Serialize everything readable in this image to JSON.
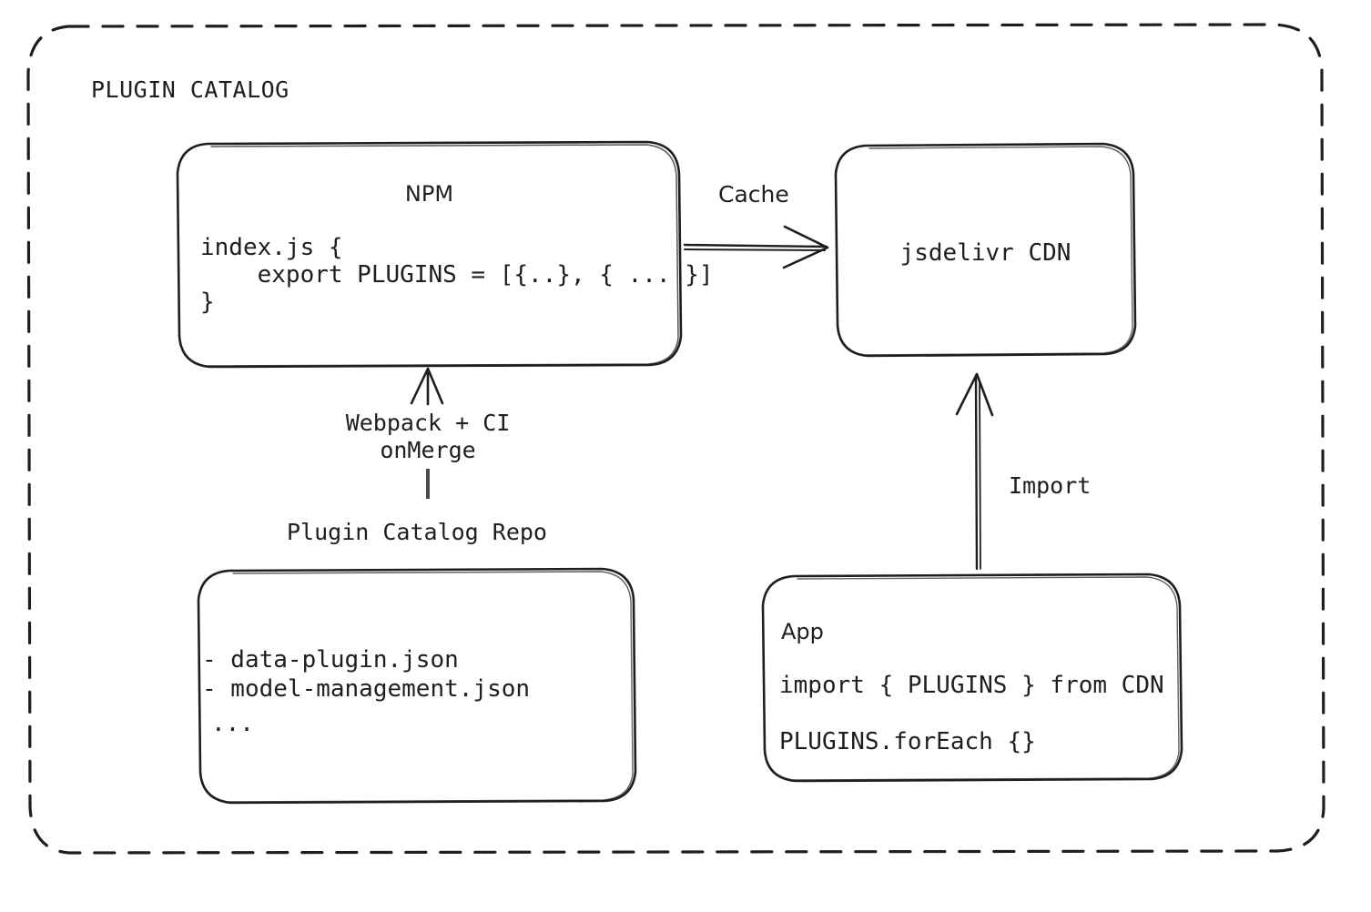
{
  "frame": {
    "title": "PLUGIN CATALOG",
    "border_style": "dashed",
    "stroke": "#1e1e1e"
  },
  "nodes": {
    "npm": {
      "title": "NPM",
      "code_lines": [
        "index.js {",
        "    export PLUGINS = [{..}, { ... }]",
        "}"
      ]
    },
    "cdn": {
      "title": "jsdelivr CDN"
    },
    "repo": {
      "caption": "Plugin Catalog Repo",
      "items": [
        "- data-plugin.json",
        "- model-management.json",
        "..."
      ]
    },
    "app": {
      "title": "App",
      "code_lines": [
        "import { PLUGINS } from CDN",
        "PLUGINS.forEach {}"
      ]
    }
  },
  "edges": {
    "cache": {
      "label": "Cache",
      "from": "npm",
      "to": "cdn",
      "direction": "right"
    },
    "build": {
      "label_line1": "Webpack + CI",
      "label_line2": "onMerge",
      "from": "repo",
      "to": "npm",
      "direction": "up"
    },
    "import": {
      "label": "Import",
      "from": "app",
      "to": "cdn",
      "direction": "up"
    }
  }
}
